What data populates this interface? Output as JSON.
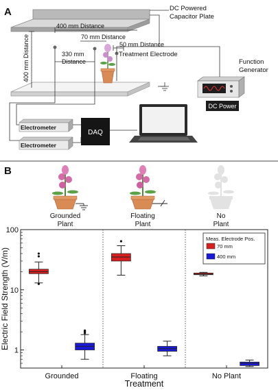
{
  "panel_a": {
    "letter": "A",
    "capacitor_label_line1": "DC Powered",
    "capacitor_label_line2": "Capacitor Plate",
    "dist_400_vertical": "400 mm Distance",
    "dist_400_horizontal": "400 mm Distance",
    "dist_70": "70 mm Distance",
    "dist_50": "50 mm Distance",
    "dist_330_line1": "330 mm",
    "dist_330_line2": "Distance",
    "treatment_electrode": "Treatment Electrode",
    "function_generator_line1": "Function",
    "function_generator_line2": "Generator",
    "dc_power": "DC Power",
    "daq": "DAQ",
    "electrometer_1": "Electrometer",
    "electrometer_2": "Electrometer"
  },
  "panel_b": {
    "letter": "B",
    "conditions": [
      {
        "line1": "Grounded",
        "line2": "Plant"
      },
      {
        "line1": "Floating",
        "line2": "Plant"
      },
      {
        "line1": "No",
        "line2": "Plant"
      }
    ]
  },
  "chart_data": {
    "type": "box",
    "title": "",
    "xlabel": "Treatment",
    "ylabel": "Electric Field Strength (V/m)",
    "yscale": "log",
    "ylim": [
      0.5,
      100
    ],
    "yticks": [
      "1",
      "10",
      "100"
    ],
    "categories": [
      "Grounded",
      "Floating",
      "No Plant"
    ],
    "legend": {
      "title": "Meas. Electrode Pos.",
      "placement": "top-right",
      "entries": [
        "70 mm",
        "400 mm"
      ]
    },
    "series": [
      {
        "name": "70 mm",
        "color": "#d42020",
        "boxes": [
          {
            "category": "Grounded",
            "whislo": 13,
            "q1": 18.5,
            "med": 20,
            "q3": 22,
            "whishi": 29,
            "fliers": [
              12.5,
              36,
              40
            ]
          },
          {
            "category": "Floating",
            "whislo": 17.5,
            "q1": 30,
            "med": 35,
            "q3": 40,
            "whishi": 54,
            "fliers": [
              64
            ]
          },
          {
            "category": "No Plant",
            "whislo": 17,
            "q1": 17.8,
            "med": 18.2,
            "q3": 19,
            "whishi": 19.5,
            "fliers": []
          }
        ]
      },
      {
        "name": "400 mm",
        "color": "#1a1ad6",
        "boxes": [
          {
            "category": "Grounded",
            "whislo": 0.7,
            "q1": 1.0,
            "med": 1.15,
            "q3": 1.3,
            "whishi": 1.8,
            "fliers": [
              1.9,
              2.0,
              2.05,
              2.1
            ]
          },
          {
            "category": "Floating",
            "whislo": 0.8,
            "q1": 0.95,
            "med": 1.05,
            "q3": 1.15,
            "whishi": 1.4,
            "fliers": []
          },
          {
            "category": "No Plant",
            "whislo": 0.53,
            "q1": 0.55,
            "med": 0.6,
            "q3": 0.63,
            "whishi": 0.68,
            "fliers": []
          }
        ]
      }
    ]
  }
}
